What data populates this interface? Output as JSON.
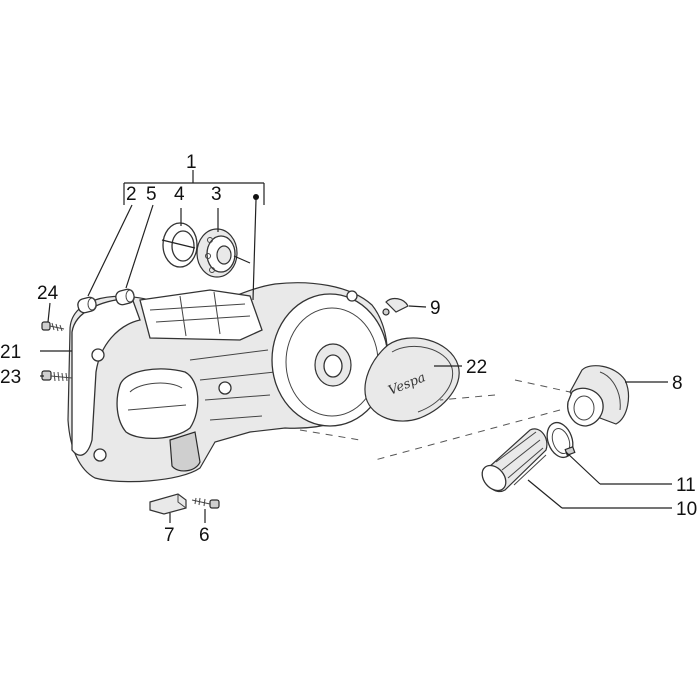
{
  "callouts": {
    "c1": "1",
    "c2": "2",
    "c3": "3",
    "c4": "4",
    "c5": "5",
    "c6": "6",
    "c7": "7",
    "c8": "8",
    "c9": "9",
    "c10": "10",
    "c11": "11",
    "c21": "21",
    "c22": "22",
    "c23": "23",
    "c24": "24"
  },
  "cover_logo_text": "Vespa",
  "colors": {
    "line": "#333333",
    "fill_light": "#e9e9e9",
    "fill_mid": "#cfcfcf",
    "background": "#ffffff"
  }
}
